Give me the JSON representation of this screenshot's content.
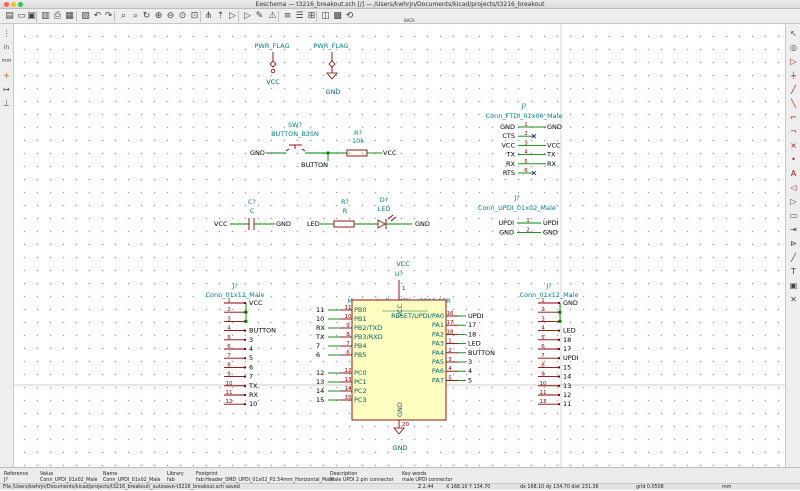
{
  "window": {
    "title": "Eeschema — t3216_breakout.sch [/] — /Users/kwhrjn/Documents/kicad/projects/t3216_breakout"
  },
  "toolbar": {
    "icons": [
      "new-sheet",
      "open",
      "save",
      "page-setup",
      "print",
      "plot",
      "paste",
      "undo",
      "redo",
      "find",
      "find-replace",
      "refresh",
      "zoom-in",
      "zoom-out",
      "zoom-fit",
      "zoom-selection",
      "hierarchy",
      "sheet-up",
      "library-editor",
      "library-browser",
      "annotate",
      "erc",
      "netlist",
      "bom",
      "assign-footprints",
      "footprint-editor",
      "run-pcbnew",
      "back-annotate"
    ],
    "back_label": "BACK"
  },
  "left_toolbar": {
    "icons": [
      "grid",
      "inch",
      "mm",
      "cursor",
      "hidden-pins",
      "bus-wire-mode"
    ],
    "inch_label": "in",
    "mm_label": "mm"
  },
  "right_toolbar": {
    "icons": [
      "select",
      "highlight-net",
      "add-symbol",
      "add-power",
      "add-wire",
      "add-bus",
      "wire-entry",
      "bus-entry",
      "no-connect",
      "junction",
      "net-label",
      "global-label",
      "hier-label",
      "hier-sheet",
      "import-sheet-pin",
      "sheet-pin",
      "add-line",
      "add-text",
      "add-image",
      "delete"
    ]
  },
  "schematic": {
    "power_flags": [
      {
        "ref": "PWR_FLAG",
        "net": "VCC"
      },
      {
        "ref": "PWR_FLAG",
        "net": "GND"
      }
    ],
    "switch": {
      "ref": "SW?",
      "value": "BUTTON_B3SN",
      "net_left": "GND",
      "net_right": "BUTTON"
    },
    "resistor_pullup": {
      "ref": "R?",
      "value": "10k",
      "net": "VCC"
    },
    "capacitor": {
      "ref": "C?",
      "value": "C",
      "net_left": "VCC",
      "net_right": "GND"
    },
    "led_resistor": {
      "ref": "R?",
      "value": "R",
      "net_left": "LED"
    },
    "led": {
      "ref": "D?",
      "value": "LED",
      "net_right": "GND"
    },
    "ftdi": {
      "ref": "J?",
      "value": "Conn_FTDI_01x06_Male",
      "pins": [
        {
          "name": "GND",
          "num": "1",
          "net": "GND"
        },
        {
          "name": "CTS",
          "num": "2",
          "net": ""
        },
        {
          "name": "VCC",
          "num": "3",
          "net": "VCC"
        },
        {
          "name": "TX",
          "num": "4",
          "net": "TX"
        },
        {
          "name": "RX",
          "num": "5",
          "net": "RX"
        },
        {
          "name": "RTS",
          "num": "6",
          "net": ""
        }
      ]
    },
    "updi": {
      "ref": "J?",
      "value": "Conn_UPDI_01x02_Male",
      "pins": [
        {
          "name": "UPDI",
          "num": "1",
          "net": "UPDI"
        },
        {
          "name": "GND",
          "num": "2",
          "net": "GND"
        }
      ]
    },
    "mcu": {
      "vcc_label": "VCC",
      "ref": "U?",
      "value": "Microcontroller_ATtiny3216-SFR",
      "left_pins": [
        {
          "name": "PB0",
          "num": "11",
          "net": "11"
        },
        {
          "name": "PB1",
          "num": "10",
          "net": "10"
        },
        {
          "name": "PB2/TXD",
          "num": "9",
          "net": "RX"
        },
        {
          "name": "PB3/RXD",
          "num": "8",
          "net": "TX"
        },
        {
          "name": "PB4",
          "num": "7",
          "net": "7"
        },
        {
          "name": "PB5",
          "num": "6",
          "net": "6"
        },
        {
          "name": "PC0",
          "num": "12",
          "net": "12"
        },
        {
          "name": "PC1",
          "num": "13",
          "net": "13"
        },
        {
          "name": "PC2",
          "num": "14",
          "net": "14"
        },
        {
          "name": "PC3",
          "num": "15",
          "net": "15"
        }
      ],
      "right_pins": [
        {
          "name": "~RESET~/UPDI/PA0",
          "num": "16",
          "net": "UPDI"
        },
        {
          "name": "PA1",
          "num": "17",
          "net": "17"
        },
        {
          "name": "PA2",
          "num": "18",
          "net": "18"
        },
        {
          "name": "PA3",
          "num": "1",
          "net": "LED"
        },
        {
          "name": "PA4",
          "num": "2",
          "net": "BUTTON"
        },
        {
          "name": "PA5",
          "num": "3",
          "net": "3"
        },
        {
          "name": "PA6",
          "num": "4",
          "net": "4"
        },
        {
          "name": "PA7",
          "num": "5",
          "net": "5"
        }
      ],
      "vcc_pin_name": "VCC",
      "gnd_pin_name": "GND",
      "vcc_pin_num": "1",
      "gnd_pin_num": "20",
      "gnd_label": "GND"
    },
    "conn_left": {
      "ref": "J?",
      "value": "Conn_01x12_Male",
      "pins": [
        {
          "num": "1",
          "net": "VCC"
        },
        {
          "num": "2",
          "net": ""
        },
        {
          "num": "3",
          "net": ""
        },
        {
          "num": "4",
          "net": "BUTTON"
        },
        {
          "num": "5",
          "net": "3"
        },
        {
          "num": "6",
          "net": "4"
        },
        {
          "num": "7",
          "net": "5"
        },
        {
          "num": "8",
          "net": "6"
        },
        {
          "num": "9",
          "net": "7"
        },
        {
          "num": "10",
          "net": "TX"
        },
        {
          "num": "11",
          "net": "RX"
        },
        {
          "num": "12",
          "net": "10"
        }
      ]
    },
    "conn_right": {
      "ref": "J?",
      "value": "Conn_01x12_Male",
      "pins": [
        {
          "num": "1",
          "net": "GND"
        },
        {
          "num": "2",
          "net": ""
        },
        {
          "num": "3",
          "net": ""
        },
        {
          "num": "4",
          "net": "LED"
        },
        {
          "num": "5",
          "net": "18"
        },
        {
          "num": "6",
          "net": "17"
        },
        {
          "num": "7",
          "net": "UPDI"
        },
        {
          "num": "8",
          "net": "15"
        },
        {
          "num": "9",
          "net": "14"
        },
        {
          "num": "10",
          "net": "13"
        },
        {
          "num": "11",
          "net": "12"
        },
        {
          "num": "12",
          "net": "11"
        }
      ]
    }
  },
  "message_panel": {
    "reference_label": "Reference",
    "reference": "J?",
    "value_label": "Value",
    "value": "Conn_UPDI_01x02_Male",
    "name_label": "Name",
    "name": "Conn_UPDI_01x02_Male",
    "library_label": "Library",
    "library": "fab",
    "footprint_label": "Footprint",
    "footprint": "fab:Header_SMD_UPDI_01x02_P2.54mm_Horizontal_Male",
    "description_label": "Description",
    "description": "Male UPDI 2 pin connector",
    "keywords_label": "Key words",
    "keywords": "male UPDI connector"
  },
  "status": {
    "file_msg": "File /Users/kwhrjn/Documents/kicad/projects/t3216_breakout/_autosave-t3216_breakout.sch saved",
    "zoom": "Z 2.44",
    "xy": "X 168.10  Y 134.70",
    "dxy": "dx 168.10  dy 134.70  dist 231.36",
    "grid": "grid 0.0508",
    "units": "mm"
  },
  "colors": {
    "wire": "#008400",
    "symbol_body": "#840000",
    "symbol_text": "#008484",
    "pin_number": "#a00000",
    "power_symbol": "#840000"
  }
}
